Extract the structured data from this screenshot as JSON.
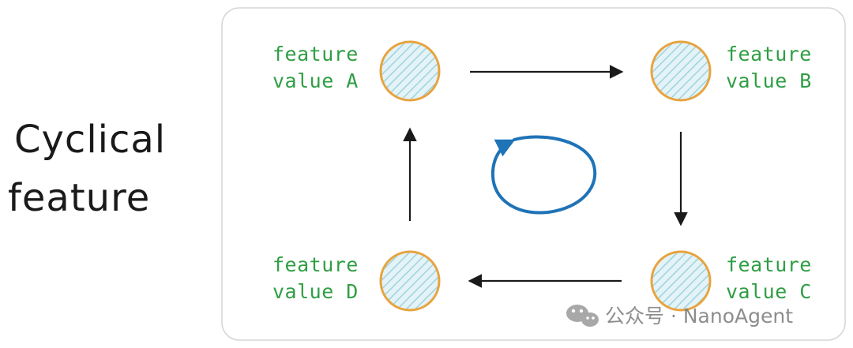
{
  "title": {
    "line1": "Cyclical",
    "line2": "feature"
  },
  "nodes": [
    {
      "id": "a",
      "line1": "feature",
      "line2": "value A"
    },
    {
      "id": "b",
      "line1": "feature",
      "line2": "value B"
    },
    {
      "id": "c",
      "line1": "feature",
      "line2": "value C"
    },
    {
      "id": "d",
      "line1": "feature",
      "line2": "value D"
    }
  ],
  "watermark": {
    "text": "公众号 · NanoAgent",
    "icon": "wechat-icon"
  },
  "colors": {
    "label_green": "#2f9e44",
    "node_stroke": "#e8a33d",
    "node_fill": "#e3f3f7",
    "node_hatch": "#9fd3dd",
    "cycle_blue": "#1f73b7",
    "arrow": "#1a1a1a",
    "panel_border": "#d6d6d6"
  }
}
